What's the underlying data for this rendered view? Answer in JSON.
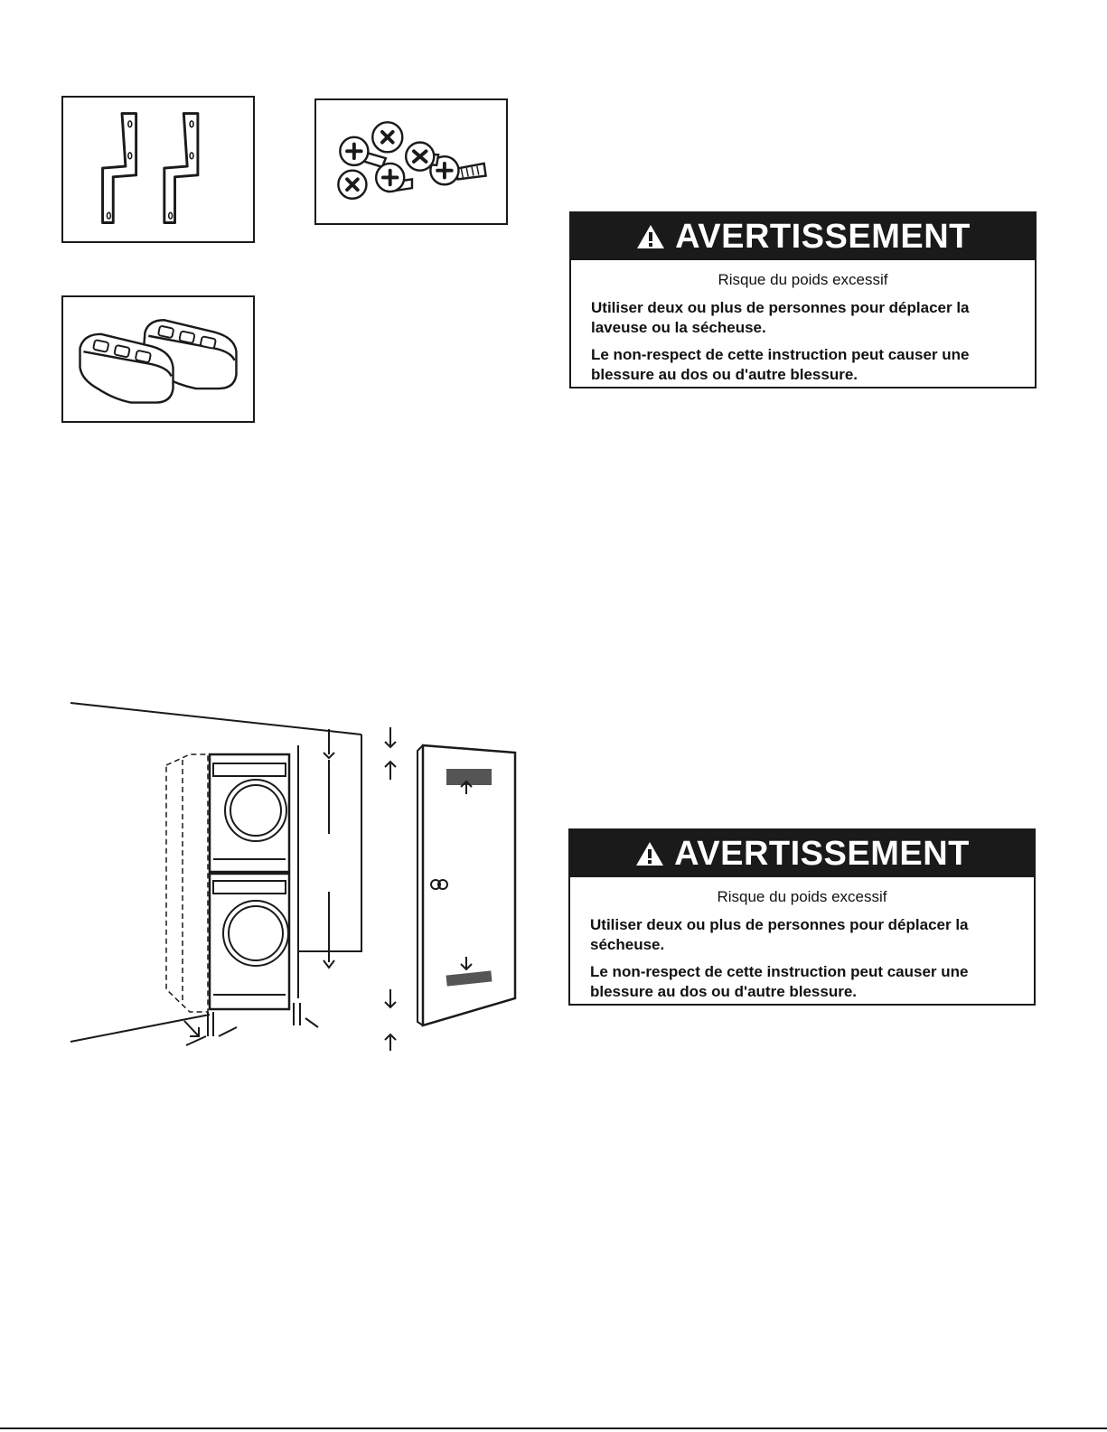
{
  "warnings": [
    {
      "signal_word": "AVERTISSEMENT",
      "hazard": "Risque du poids excessif",
      "instruction": "Utiliser deux ou plus de personnes pour déplacer la laveuse ou la sécheuse.",
      "consequence": "Le non-respect de cette instruction peut causer une blessure au dos ou d'autre blessure."
    },
    {
      "signal_word": "AVERTISSEMENT",
      "hazard": "Risque du poids excessif",
      "instruction": "Utiliser deux ou plus de personnes pour déplacer la sécheuse.",
      "consequence": "Le non-respect de cette instruction peut causer une blessure au dos ou d'autre blessure."
    }
  ],
  "icons": {
    "warning": "warning-triangle-icon",
    "brackets": "stacking-brackets-icon",
    "screws": "screws-icon",
    "pads": "rubber-pads-icon",
    "scene": "stacked-washer-dryer-closet-illustration"
  },
  "colors": {
    "ink": "#1a1a1a",
    "paper": "#ffffff"
  }
}
